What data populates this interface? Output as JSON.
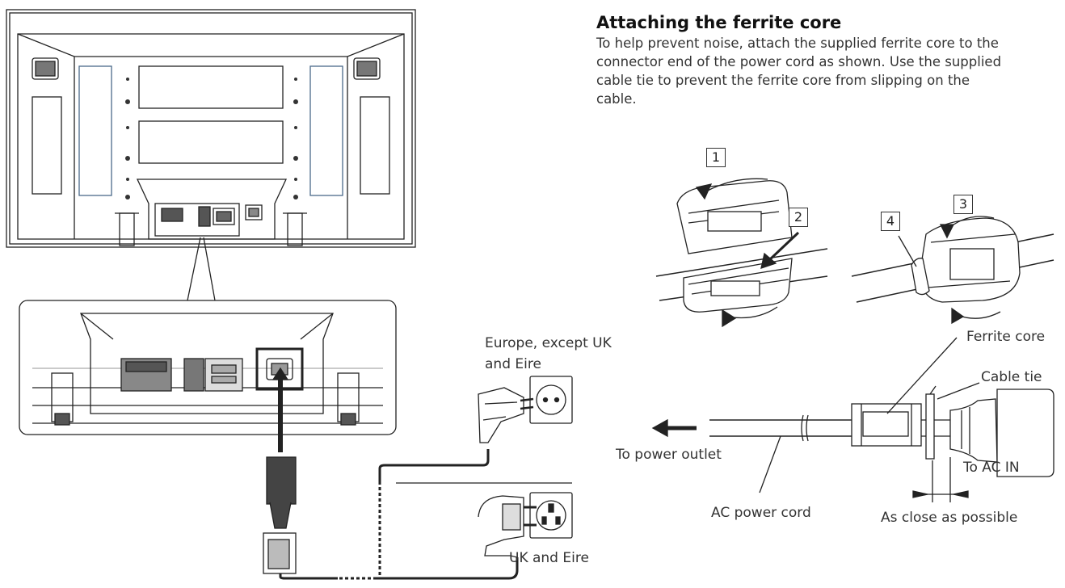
{
  "heading": "Attaching the ferrite core",
  "paragraph_lines": [
    "To help prevent noise, attach the supplied ferrite core to the",
    "connector end of the power cord as shown. Use the supplied",
    "cable tie to prevent the ferrite core from slipping on the",
    "cable."
  ],
  "steps": [
    "1",
    "2",
    "3",
    "4"
  ],
  "labels": {
    "europe_line1": "Europe, except UK",
    "europe_line2": "and Eire",
    "uk": "UK and Eire",
    "ferrite_core": "Ferrite core",
    "cable_tie": "Cable tie",
    "to_power_outlet": "To power outlet",
    "to_ac_in": "To AC IN",
    "ac_power_cord": "AC power cord",
    "as_close": "As close as possible"
  }
}
